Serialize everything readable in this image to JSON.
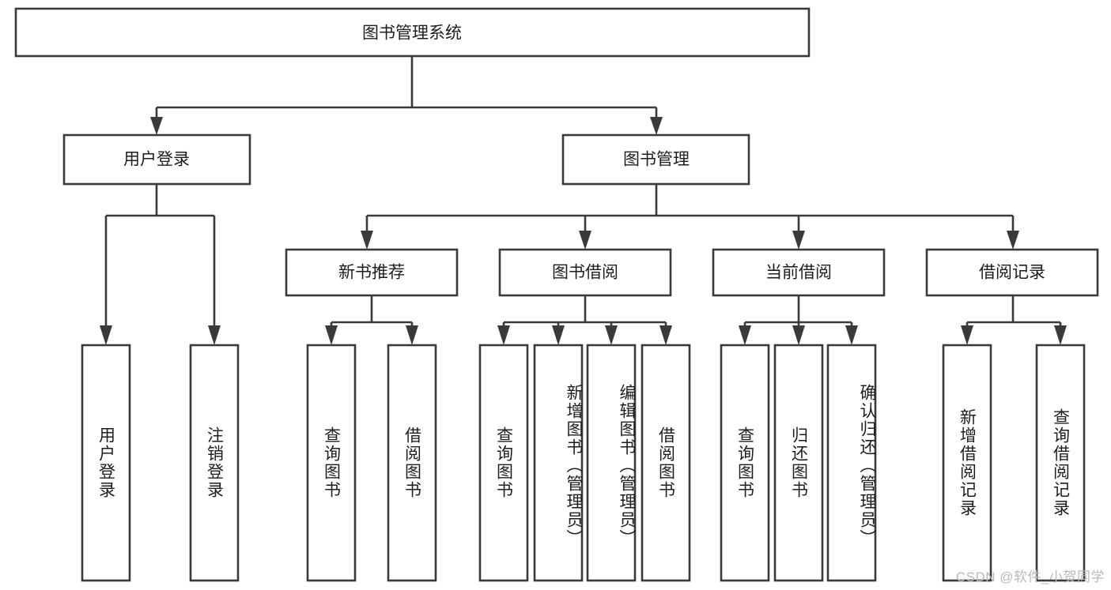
{
  "diagram": {
    "title_node": {
      "label": "图书管理系统"
    },
    "level2": [
      {
        "id": "user-login",
        "label": "用户登录"
      },
      {
        "id": "book-management",
        "label": "图书管理"
      }
    ],
    "level3": [
      {
        "id": "new-book-recommend",
        "label": "新书推荐"
      },
      {
        "id": "book-borrow",
        "label": "图书借阅"
      },
      {
        "id": "current-borrow",
        "label": "当前借阅"
      },
      {
        "id": "borrow-record",
        "label": "借阅记录"
      }
    ],
    "leaves": {
      "user_login": [
        {
          "id": "leaf-user-login",
          "label": "用户登录"
        },
        {
          "id": "leaf-logout-login",
          "label": "注销登录"
        }
      ],
      "new_book_recommend": [
        {
          "id": "leaf-query-book-1",
          "label": "查询图书"
        },
        {
          "id": "leaf-borrow-book-1",
          "label": "借阅图书"
        }
      ],
      "book_borrow": [
        {
          "id": "leaf-query-book-2",
          "label": "查询图书"
        },
        {
          "id": "leaf-add-book",
          "label": "新增图书（管理员）"
        },
        {
          "id": "leaf-edit-book",
          "label": "编辑图书（管理员）"
        },
        {
          "id": "leaf-borrow-book-2",
          "label": "借阅图书"
        }
      ],
      "current_borrow": [
        {
          "id": "leaf-query-book-3",
          "label": "查询图书"
        },
        {
          "id": "leaf-return-book",
          "label": "归还图书"
        },
        {
          "id": "leaf-confirm-return",
          "label": "确认归还（管理员）"
        }
      ],
      "borrow_record": [
        {
          "id": "leaf-add-record",
          "label": "新增借阅记录"
        },
        {
          "id": "leaf-query-record",
          "label": "查询借阅记录"
        }
      ]
    }
  },
  "watermark": {
    "text": "CSDN @软件_小贺同学"
  },
  "colors": {
    "box_stroke": "#3a3a3a",
    "box_fill": "#ffffff",
    "text": "#1d1d1d",
    "watermark": "#b9b9b9",
    "background": "#ffffff"
  }
}
